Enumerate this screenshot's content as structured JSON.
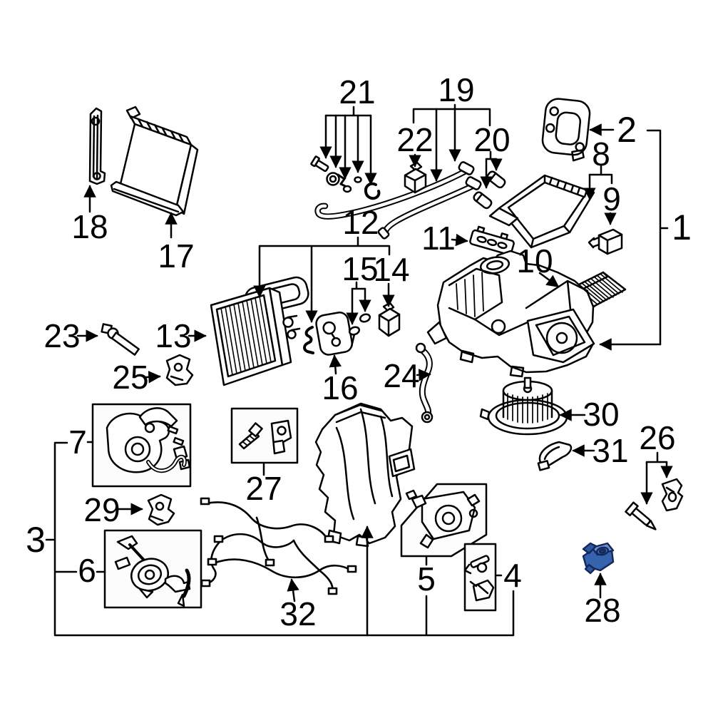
{
  "diagram": {
    "type": "exploded-parts-diagram",
    "background": "#ffffff",
    "line_color": "#000000",
    "highlight_color": "#3563ae",
    "highlighted_callout": "28"
  },
  "callouts": {
    "c1": {
      "label": "1"
    },
    "c2": {
      "label": "2"
    },
    "c3": {
      "label": "3"
    },
    "c4": {
      "label": "4"
    },
    "c5": {
      "label": "5"
    },
    "c6": {
      "label": "6"
    },
    "c7": {
      "label": "7"
    },
    "c8": {
      "label": "8"
    },
    "c9": {
      "label": "9"
    },
    "c10": {
      "label": "10"
    },
    "c11": {
      "label": "11"
    },
    "c12": {
      "label": "12"
    },
    "c13": {
      "label": "13"
    },
    "c14": {
      "label": "14"
    },
    "c15": {
      "label": "15"
    },
    "c16": {
      "label": "16"
    },
    "c17": {
      "label": "17"
    },
    "c18": {
      "label": "18"
    },
    "c19": {
      "label": "19"
    },
    "c20": {
      "label": "20"
    },
    "c21": {
      "label": "21"
    },
    "c22": {
      "label": "22"
    },
    "c23": {
      "label": "23"
    },
    "c24": {
      "label": "24"
    },
    "c25": {
      "label": "25"
    },
    "c26": {
      "label": "26"
    },
    "c27": {
      "label": "27"
    },
    "c28": {
      "label": "28"
    },
    "c29": {
      "label": "29"
    },
    "c30": {
      "label": "30"
    },
    "c31": {
      "label": "31"
    },
    "c32": {
      "label": "32"
    }
  }
}
